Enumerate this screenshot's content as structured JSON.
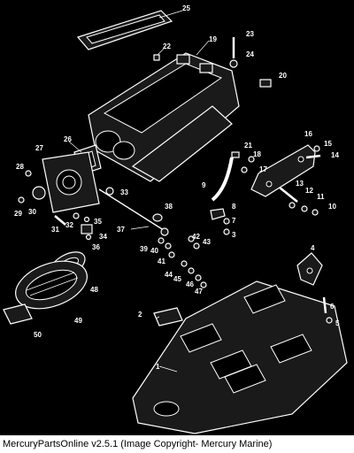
{
  "labels": [
    "1",
    "2",
    "3",
    "4",
    "5",
    "6",
    "7",
    "8",
    "9",
    "10",
    "11",
    "12",
    "13",
    "14",
    "15",
    "16",
    "17",
    "18",
    "19",
    "20",
    "21",
    "22",
    "23",
    "24",
    "25",
    "26",
    "27",
    "28",
    "29",
    "30",
    "31",
    "32",
    "33",
    "34",
    "35",
    "36",
    "37",
    "38",
    "39",
    "40",
    "41",
    "42",
    "43",
    "44",
    "45",
    "46",
    "47",
    "48",
    "49",
    "50"
  ],
  "footer": {
    "copyright": "MercuryPartsOnline v2.5.1 (Image Copyright- Mercury Marine)"
  }
}
